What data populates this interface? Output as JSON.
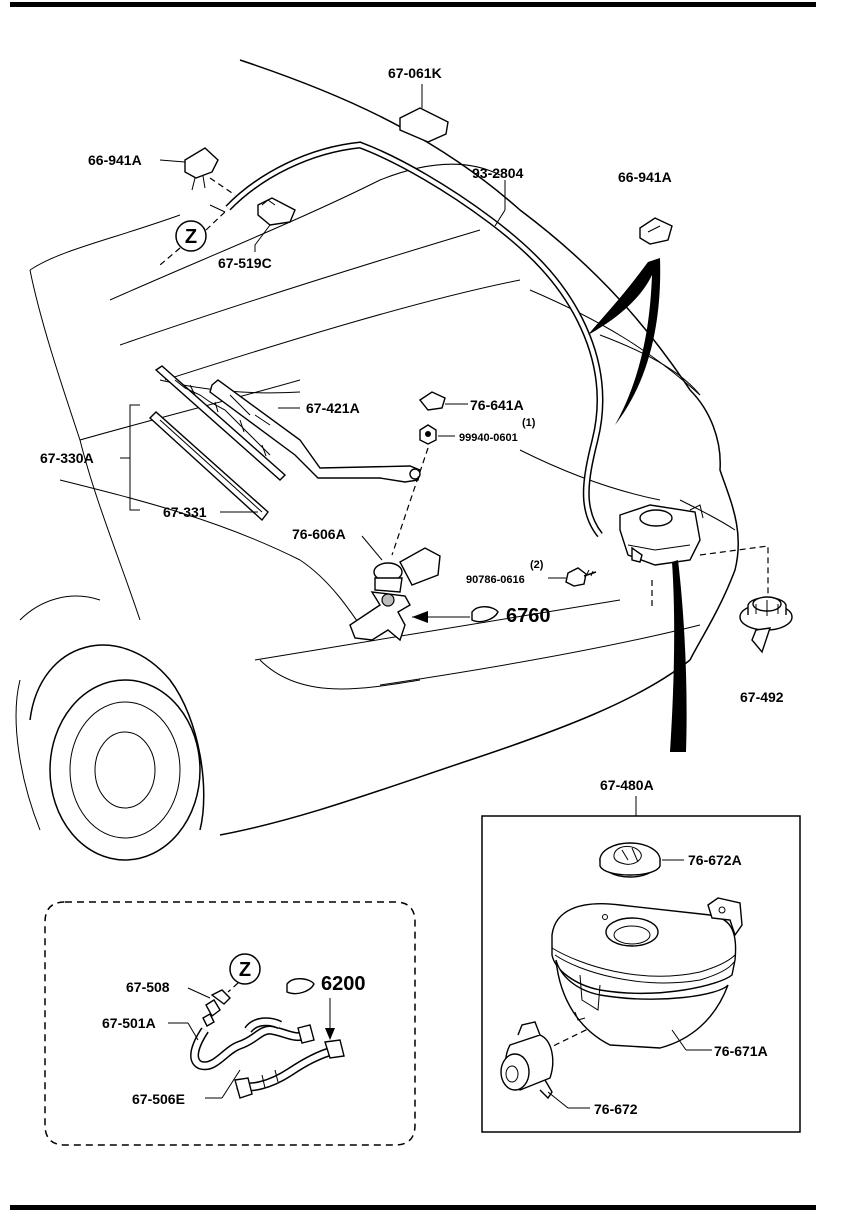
{
  "callouts": {
    "top_cap": "67-061K",
    "clip_left": "66-941A",
    "clip_right": "66-941A",
    "hose": "93-2804",
    "joint": "67-519C",
    "arm": "67-421A",
    "cover": "76-641A",
    "nut": "99940-0601",
    "nut_qty": "(1)",
    "wiper_assy": "67-330A",
    "blade": "67-331",
    "motor": "76-606A",
    "bolt": "90786-0616",
    "bolt_qty": "(2)",
    "grommet": "67-492",
    "tank_assy": "67-480A",
    "tank_cap": "76-672A",
    "tank": "76-671A",
    "pump": "76-672",
    "connector": "67-508",
    "hose_a": "67-501A",
    "hose_b": "67-506E"
  },
  "markers": {
    "z_top": "Z",
    "z_inset": "Z"
  },
  "references": {
    "motor_ref": "6760",
    "inset_ref": "6200"
  }
}
